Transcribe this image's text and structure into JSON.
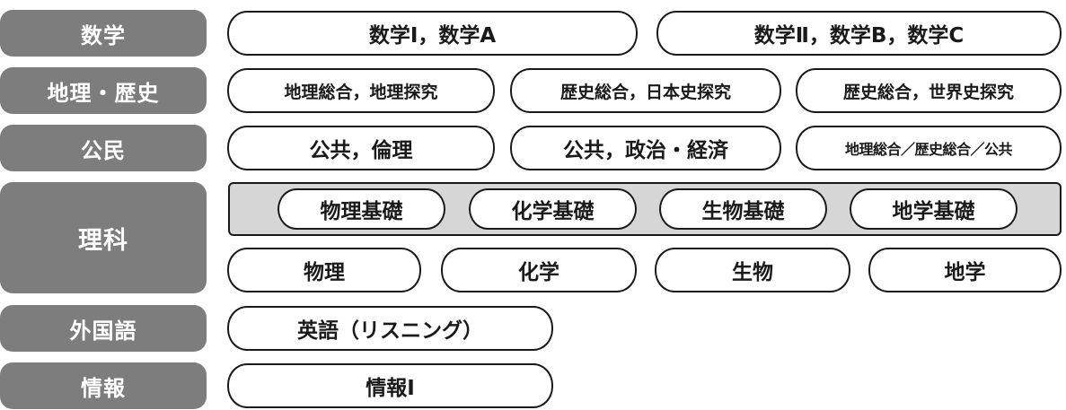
{
  "categories": {
    "math": "数学",
    "geo_history": "地理・歴史",
    "civics": "公民",
    "science": "理科",
    "foreign_language": "外国語",
    "information": "情報"
  },
  "subjects": {
    "math": [
      "数学Ⅰ，数学A",
      "数学Ⅱ，数学B，数学C"
    ],
    "geo_history": [
      "地理総合，地理探究",
      "歴史総合，日本史探究",
      "歴史総合，世界史探究"
    ],
    "civics": [
      "公共，倫理",
      "公共，政治・経済",
      "地理総合／歴史総合／公共"
    ],
    "science_basic": [
      "物理基礎",
      "化学基礎",
      "生物基礎",
      "地学基礎"
    ],
    "science": [
      "物理",
      "化学",
      "生物",
      "地学"
    ],
    "foreign_language": [
      "英語（リスニング）"
    ],
    "information": [
      "情報Ⅰ"
    ]
  }
}
